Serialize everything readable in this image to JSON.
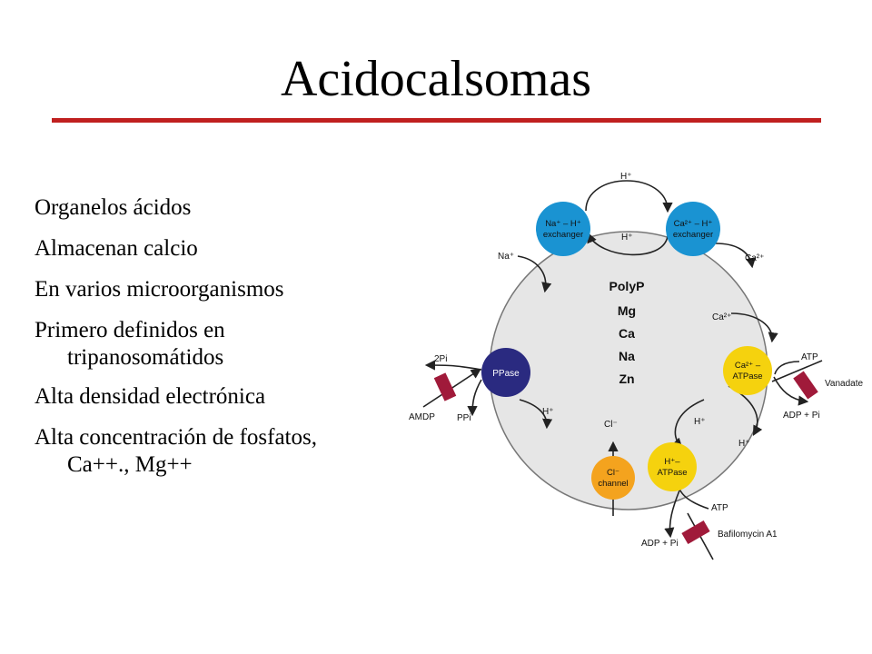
{
  "slide": {
    "title": "Acidocalsomas",
    "bullets": [
      "Organelos ácidos",
      "Almacenan calcio",
      "En varios microorganismos",
      "Primero definidos en tripanosomátidos",
      "Alta densidad electrónica",
      "Alta concentración de fosfatos, Ca++., Mg++"
    ],
    "colors": {
      "rule": "#c0201f",
      "blue": "#1a93d2",
      "navy": "#2a2a80",
      "yellow": "#f5d20e",
      "orange": "#f4a31e",
      "inhibitor": "#a01a3a",
      "organelle": "#e6e6e6"
    }
  },
  "diagram": {
    "contents": [
      "PolyP",
      "Mg",
      "Ca",
      "Na",
      "Zn"
    ],
    "na_exchanger": {
      "line1": "Na⁺ – H⁺",
      "line2": "exchanger"
    },
    "ca_exchanger": {
      "line1": "Ca²⁺ – H⁺",
      "line2": "exchanger"
    },
    "ppase": "PPase",
    "ca_atpase": {
      "line1": "Ca²⁺ –",
      "line2": "ATPase"
    },
    "h_atpase": {
      "line1": "H⁺–",
      "line2": "ATPase"
    },
    "cl_channel": {
      "line1": "Cl⁻",
      "line2": "channel"
    },
    "labels": {
      "h_top_out": "H⁺",
      "h_top_in": "H⁺",
      "na_out": "Na⁺",
      "ca_out": "Ca²⁺",
      "ca_in": "Ca²⁺",
      "pi2": "2Pi",
      "amdp": "AMDP",
      "ppi": "PPi",
      "h_ppase": "H⁺",
      "atp_right": "ATP",
      "vanadate": "Vanadate",
      "adp_pi_right": "ADP + Pi",
      "h_atpase_in": "H⁺",
      "h_atpase_out": "H⁺",
      "cl_in": "Cl⁻",
      "atp_bottom": "ATP",
      "bafilomycin": "Bafilomycin A1",
      "adp_pi_bottom": "ADP + Pi"
    }
  }
}
